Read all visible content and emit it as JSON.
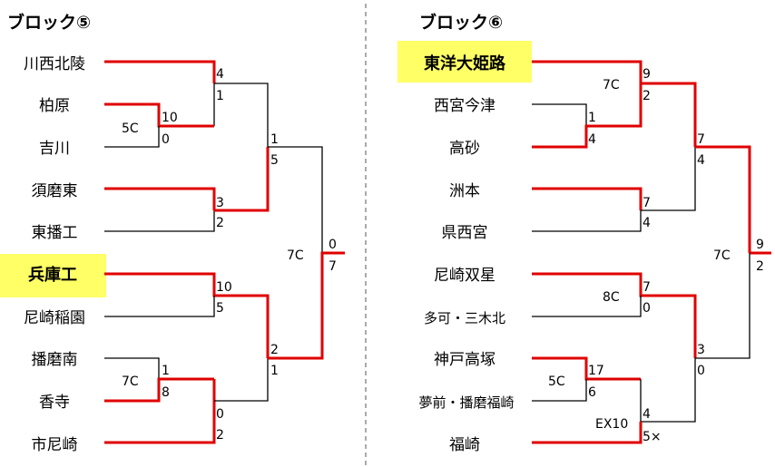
{
  "blocks": [
    {
      "title": "ブロック⑤",
      "teams": [
        {
          "name": "川西北陵",
          "highlight": false
        },
        {
          "name": "柏原",
          "highlight": false
        },
        {
          "name": "吉川",
          "highlight": false
        },
        {
          "name": "須磨東",
          "highlight": false
        },
        {
          "name": "東播工",
          "highlight": false
        },
        {
          "name": "兵庫工",
          "highlight": true
        },
        {
          "name": "尼崎稲園",
          "highlight": false
        },
        {
          "name": "播磨南",
          "highlight": false
        },
        {
          "name": "香寺",
          "highlight": false
        },
        {
          "name": "市尼崎",
          "highlight": false
        }
      ],
      "matches": [
        {
          "id": "b5-r1a",
          "scores": [
            "10",
            "0"
          ],
          "note": "5C"
        },
        {
          "id": "b5-r1b",
          "scores": [
            "1",
            "8"
          ],
          "note": "7C"
        },
        {
          "id": "b5-r2a",
          "scores": [
            "4",
            "1"
          ],
          "note": ""
        },
        {
          "id": "b5-r2b",
          "scores": [
            "3",
            "2"
          ],
          "note": ""
        },
        {
          "id": "b5-r2c",
          "scores": [
            "10",
            "5"
          ],
          "note": ""
        },
        {
          "id": "b5-r2d",
          "scores": [
            "0",
            "2"
          ],
          "note": ""
        },
        {
          "id": "b5-sf1",
          "scores": [
            "1",
            "5"
          ],
          "note": ""
        },
        {
          "id": "b5-sf2",
          "scores": [
            "2",
            "1"
          ],
          "note": ""
        },
        {
          "id": "b5-final",
          "scores": [
            "0",
            "7"
          ],
          "note": "7C"
        }
      ]
    },
    {
      "title": "ブロック⑥",
      "teams": [
        {
          "name": "東洋大姫路",
          "highlight": true
        },
        {
          "name": "西宮今津",
          "highlight": false
        },
        {
          "name": "高砂",
          "highlight": false
        },
        {
          "name": "洲本",
          "highlight": false
        },
        {
          "name": "県西宮",
          "highlight": false
        },
        {
          "name": "尼崎双星",
          "highlight": false
        },
        {
          "name": "多可・三木北",
          "highlight": false
        },
        {
          "name": "神戸高塚",
          "highlight": false
        },
        {
          "name": "夢前・播磨福崎",
          "highlight": false
        },
        {
          "name": "福崎",
          "highlight": false
        }
      ],
      "matches": [
        {
          "id": "b6-r1a",
          "scores": [
            "1",
            "4"
          ],
          "note": ""
        },
        {
          "id": "b6-r1b",
          "scores": [
            "17",
            "6"
          ],
          "note": "5C"
        },
        {
          "id": "b6-r2a",
          "scores": [
            "9",
            "2"
          ],
          "note": "7C"
        },
        {
          "id": "b6-r2b",
          "scores": [
            "7",
            "4"
          ],
          "note": ""
        },
        {
          "id": "b6-r2c",
          "scores": [
            "7",
            "0"
          ],
          "note": "8C"
        },
        {
          "id": "b6-r2d",
          "scores": [
            "4",
            "5×"
          ],
          "note": "EX10"
        },
        {
          "id": "b6-sf1",
          "scores": [
            "7",
            "4"
          ],
          "note": ""
        },
        {
          "id": "b6-sf2",
          "scores": [
            "3",
            "0"
          ],
          "note": ""
        },
        {
          "id": "b6-final",
          "scores": [
            "9",
            "2"
          ],
          "note": "7C"
        }
      ]
    }
  ],
  "colors": {
    "win_line": "#e00000",
    "line": "#000000",
    "highlight": "#ffff66",
    "divider": "#555555"
  }
}
